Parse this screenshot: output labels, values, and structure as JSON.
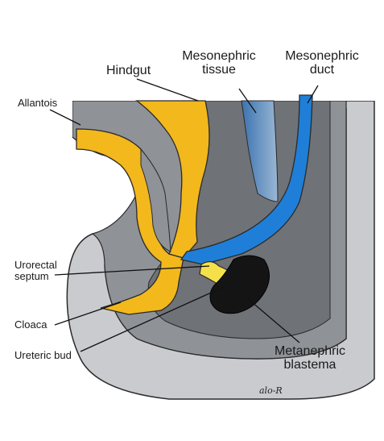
{
  "labels": {
    "hindgut": "Hindgut",
    "mesonephric_tissue_line1": "Mesonephric",
    "mesonephric_tissue_line2": "tissue",
    "mesonephric_duct_line1": "Mesonephric",
    "mesonephric_duct_line2": "duct",
    "allantois": "Allantois",
    "urorectal_septum_line1": "Urorectal",
    "urorectal_septum_line2": "septum",
    "cloaca": "Cloaca",
    "ureteric_bud": "Ureteric bud",
    "metanephric_blastema_line1": "Metanephric",
    "metanephric_blastema_line2": "blastema"
  },
  "signature": "alo-R",
  "colors": {
    "outer_gray": "#c9cbcf",
    "mid_gray": "#8f9297",
    "dark_gray": "#6f7277",
    "hindgut_yellow": "#f2b81c",
    "ureteric_yellow": "#f5e04a",
    "duct_blue": "#1f7fd8",
    "tissue_blue": "#5e8fbd",
    "blastema_black": "#141414",
    "outline": "#2a2a2a"
  }
}
